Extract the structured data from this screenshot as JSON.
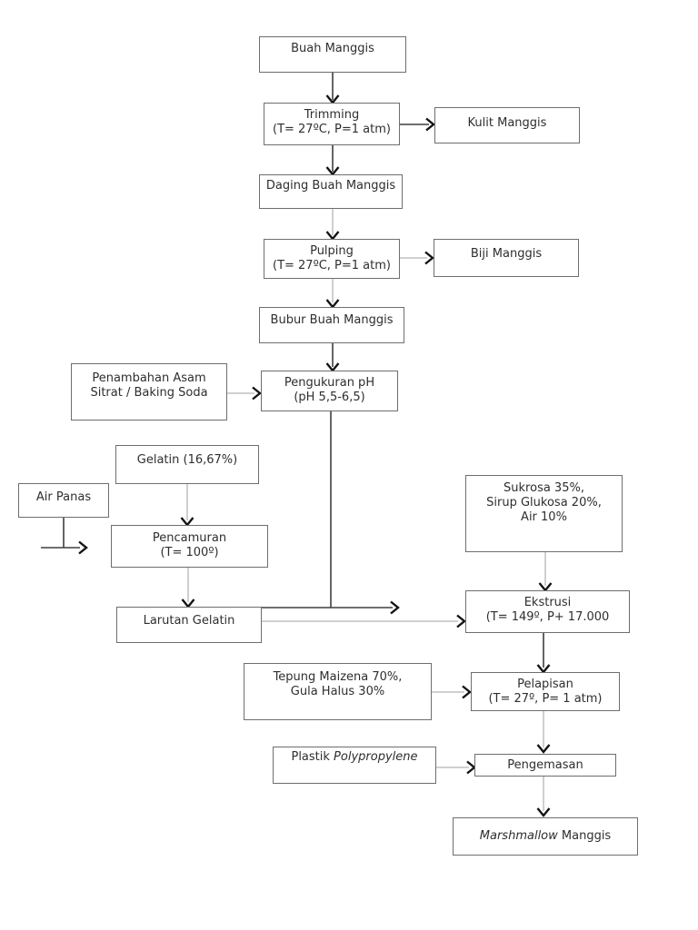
{
  "diagram_title": "Marshmallow Manggis production flowchart",
  "colors": {
    "background": "#ffffff",
    "box_border": "#6e6e6e",
    "line_dark": "#3f3f3f",
    "line_light": "#b5b5b5",
    "arrowhead": "#141414",
    "text": "#2e2e2e"
  },
  "nodes": {
    "buah_manggis": {
      "line1": "Buah Manggis"
    },
    "trimming": {
      "line1": "Trimming",
      "line2": "(T= 27ºC, P=1 atm)"
    },
    "kulit_manggis": {
      "line1": "Kulit Manggis"
    },
    "daging_buah_manggis": {
      "line1": "Daging Buah Manggis"
    },
    "pulping": {
      "line1": "Pulping",
      "line2": "(T= 27ºC, P=1 atm)"
    },
    "biji_manggis": {
      "line1": "Biji Manggis"
    },
    "bubur_buah_manggis": {
      "line1": "Bubur Buah Manggis"
    },
    "penambahan_asam": {
      "line1": "Penambahan Asam",
      "line2": "Sitrat / Baking Soda"
    },
    "pengukuran_ph": {
      "line1": "Pengukuran pH",
      "line2": "(pH 5,5-6,5)"
    },
    "gelatin": {
      "line1": "Gelatin (16,67%)"
    },
    "air_panas": {
      "line1": "Air Panas"
    },
    "pencamuran": {
      "line1": "Pencamuran",
      "line2": "(T= 100º)"
    },
    "larutan_gelatin": {
      "line1": "Larutan Gelatin"
    },
    "sukrosa": {
      "line1": "Sukrosa 35%,",
      "line2": "Sirup Glukosa 20%,",
      "line3": "Air 10%"
    },
    "ekstrusi": {
      "line1": "Ekstrusi",
      "line2": "(T= 149º, P+ 17.000"
    },
    "tepung_maizena": {
      "line1": "Tepung Maizena 70%,",
      "line2": "Gula Halus 30%"
    },
    "pelapisan": {
      "line1": "Pelapisan",
      "line2": "(T= 27º, P= 1 atm)"
    },
    "plastik": {
      "prefix": "Plastik ",
      "italic": "Polypropylene"
    },
    "pengemasan": {
      "line1": "Pengemasan"
    },
    "marshmallow_manggis": {
      "italic": "Marshmallow",
      "suffix": " Manggis"
    }
  }
}
